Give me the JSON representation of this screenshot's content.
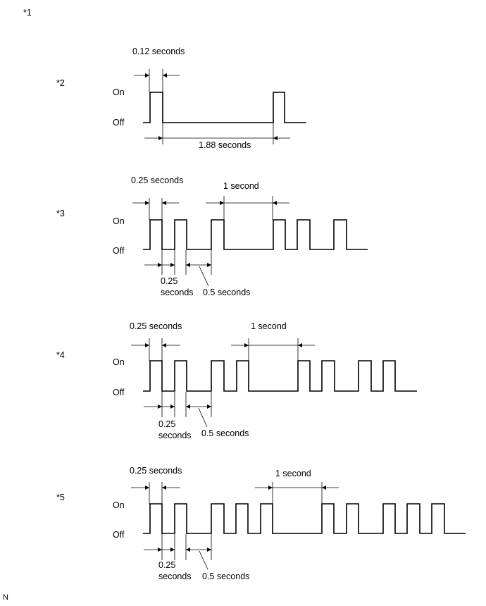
{
  "figure_marker": "*1",
  "corner_label": "N",
  "levels": {
    "on": "On",
    "off": "Off"
  },
  "diagrams": [
    {
      "marker": "*2",
      "pulse_label": "0.12 seconds",
      "gap_label": "1.88 seconds"
    },
    {
      "marker": "*3",
      "pulse_label": "0.25 seconds",
      "pause_label": "1 second",
      "low_label_line1": "0.25",
      "low_label_line2": "seconds",
      "gap_label": "0.5 seconds"
    },
    {
      "marker": "*4",
      "pulse_label": "0.25 seconds",
      "pause_label": "1 second",
      "low_label_line1": "0.25",
      "low_label_line2": "seconds",
      "gap_label": "0.5 seconds"
    },
    {
      "marker": "*5",
      "pulse_label": "0.25 seconds",
      "pause_label": "1 second",
      "low_label_line1": "0.25",
      "low_label_line2": "seconds",
      "gap_label": "0.5 seconds"
    }
  ]
}
